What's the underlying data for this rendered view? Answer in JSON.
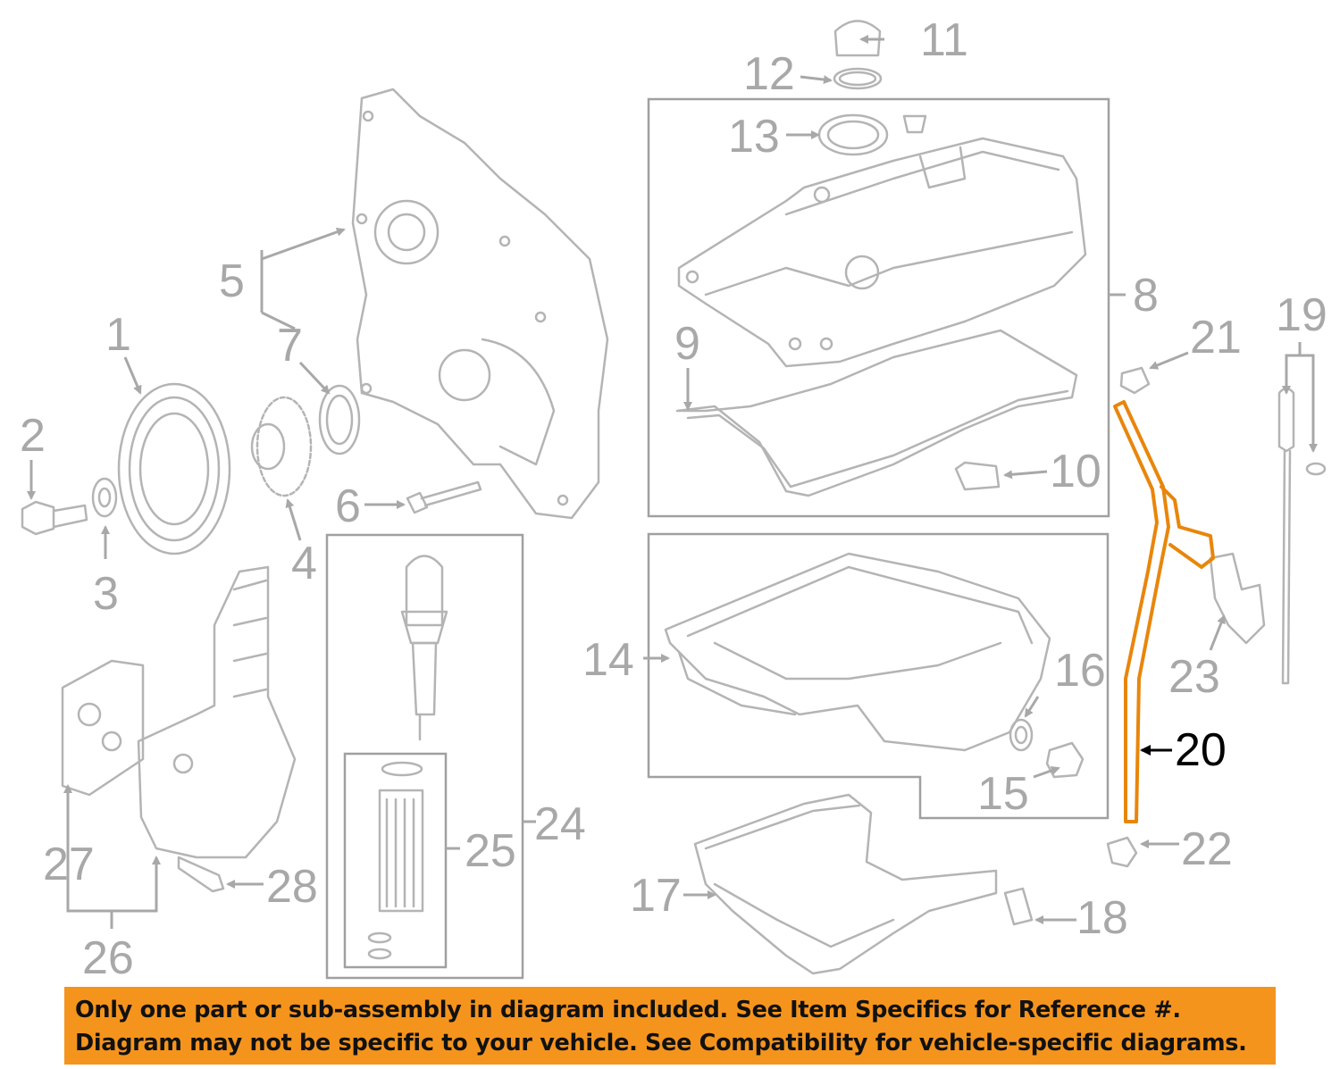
{
  "callouts": {
    "c1": "1",
    "c2": "2",
    "c3": "3",
    "c4": "4",
    "c5": "5",
    "c6": "6",
    "c7": "7",
    "c8": "8",
    "c9": "9",
    "c10": "10",
    "c11": "11",
    "c12": "12",
    "c13": "13",
    "c14": "14",
    "c15": "15",
    "c16": "16",
    "c17": "17",
    "c18": "18",
    "c19": "19",
    "c20": "20",
    "c21": "21",
    "c22": "22",
    "c23": "23",
    "c24": "24",
    "c25": "25",
    "c26": "26",
    "c27": "27",
    "c28": "28"
  },
  "highlighted_part": "20",
  "colors": {
    "highlight": "#e8860b",
    "banner": "#f5941d",
    "ghost_parts": "#b4b4b4"
  },
  "banner": {
    "line1": "Only one part or sub-assembly in diagram included. See Item Specifics for Reference #.",
    "line2": "Diagram may not be specific to your vehicle. See Compatibility for vehicle-specific diagrams."
  }
}
